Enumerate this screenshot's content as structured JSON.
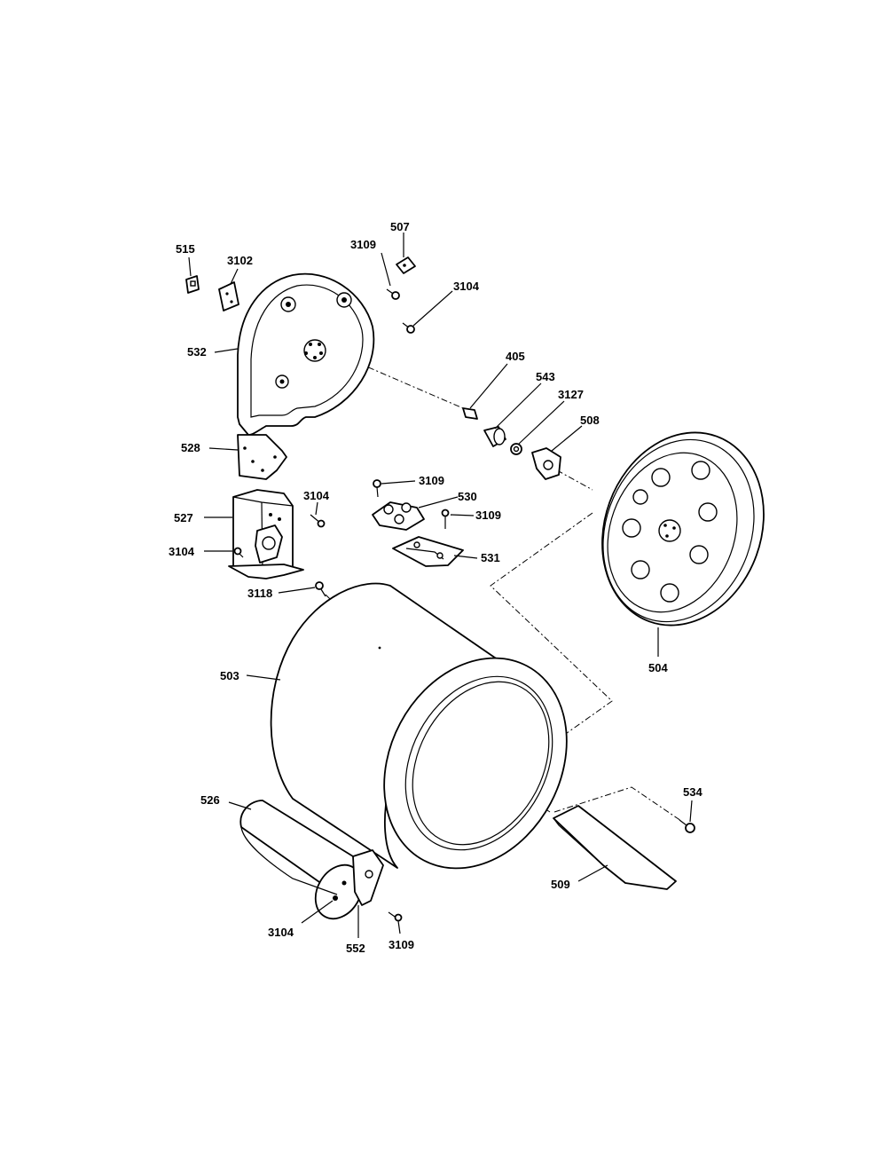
{
  "labels": {
    "l515": "515",
    "l3102": "3102",
    "l3109_top": "3109",
    "l507": "507",
    "l3104_top": "3104",
    "l532": "532",
    "l405": "405",
    "l543": "543",
    "l3127": "3127",
    "l508": "508",
    "l528": "528",
    "l3109_mid": "3109",
    "l530": "530",
    "l3109_right": "3109",
    "l3104_bracket": "3104",
    "l527": "527",
    "l3104_left": "3104",
    "l531": "531",
    "l3118": "3118",
    "l504": "504",
    "l503": "503",
    "l526": "526",
    "l534": "534",
    "l509": "509",
    "l3104_bottom": "3104",
    "l552": "552",
    "l3109_bottom": "3109"
  }
}
